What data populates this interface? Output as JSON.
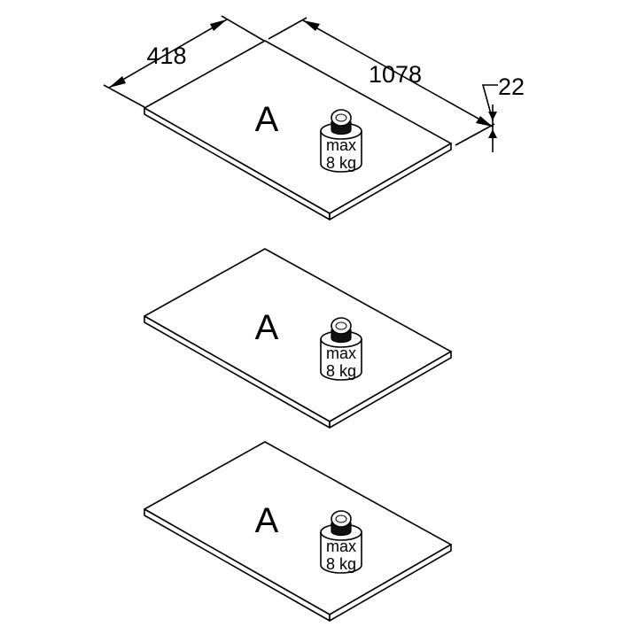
{
  "dimensions": {
    "width": "418",
    "length": "1078",
    "thickness": "22"
  },
  "shelves": [
    {
      "part_label": "A",
      "weight_line1": "max",
      "weight_line2": "8 kg"
    },
    {
      "part_label": "A",
      "weight_line1": "max",
      "weight_line2": "8 kg"
    },
    {
      "part_label": "A",
      "weight_line1": "max",
      "weight_line2": "8 kg"
    }
  ],
  "colors": {
    "line": "#000000",
    "weight_cap": "#111111",
    "background": "#ffffff"
  },
  "icons": {
    "weight": "weight-icon"
  }
}
